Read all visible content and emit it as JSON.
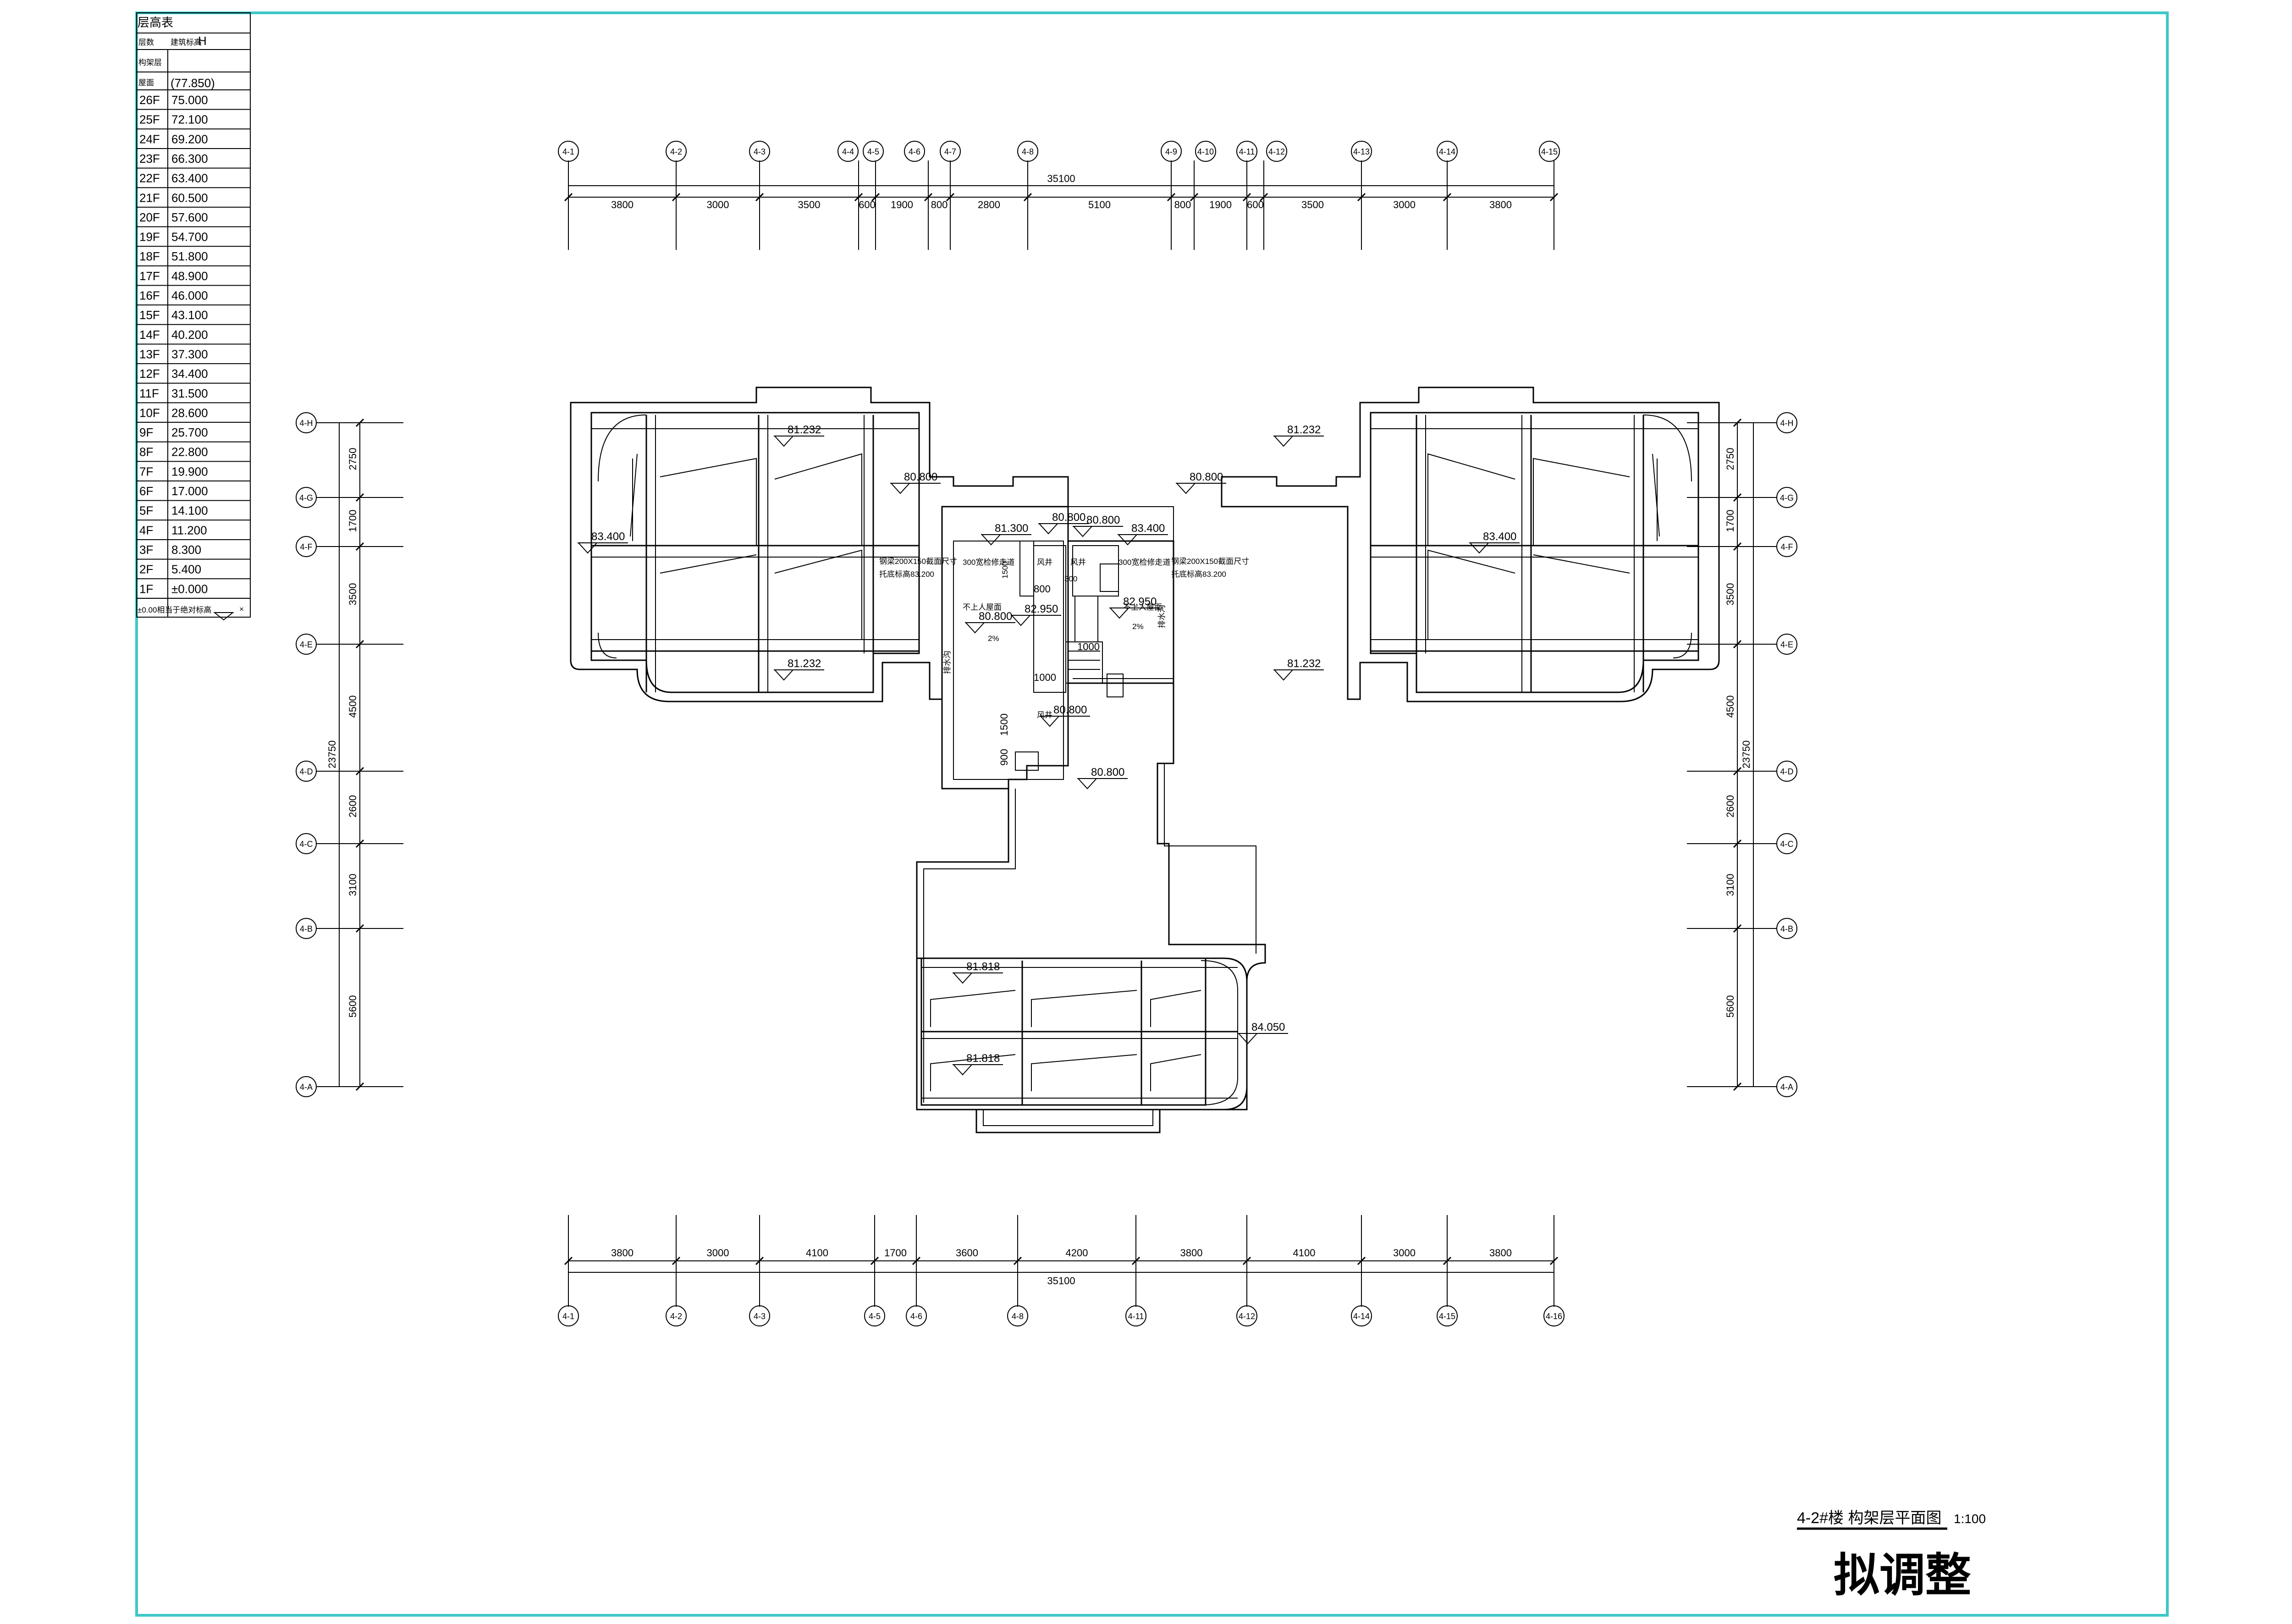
{
  "drawing": {
    "title": "4-2#楼 构架层平面图",
    "scale": "1:100",
    "stamp": "拟调整",
    "colors": {
      "border": "#3ec8c8",
      "stamp": "#e0141e",
      "lines": "#000000"
    }
  },
  "level_table": {
    "title": "层高表",
    "col_floor": "层数",
    "col_elev": "建筑标高",
    "col_h": "H",
    "row_top_label": "构架层",
    "row_roof_label": "屋面",
    "roof_value": "(77.850)",
    "rows": [
      {
        "floor": "26F",
        "elev": "75.000"
      },
      {
        "floor": "25F",
        "elev": "72.100"
      },
      {
        "floor": "24F",
        "elev": "69.200"
      },
      {
        "floor": "23F",
        "elev": "66.300"
      },
      {
        "floor": "22F",
        "elev": "63.400"
      },
      {
        "floor": "21F",
        "elev": "60.500"
      },
      {
        "floor": "20F",
        "elev": "57.600"
      },
      {
        "floor": "19F",
        "elev": "54.700"
      },
      {
        "floor": "18F",
        "elev": "51.800"
      },
      {
        "floor": "17F",
        "elev": "48.900"
      },
      {
        "floor": "16F",
        "elev": "46.000"
      },
      {
        "floor": "15F",
        "elev": "43.100"
      },
      {
        "floor": "14F",
        "elev": "40.200"
      },
      {
        "floor": "13F",
        "elev": "37.300"
      },
      {
        "floor": "12F",
        "elev": "34.400"
      },
      {
        "floor": "11F",
        "elev": "31.500"
      },
      {
        "floor": "10F",
        "elev": "28.600"
      },
      {
        "floor": "9F",
        "elev": "25.700"
      },
      {
        "floor": "8F",
        "elev": "22.800"
      },
      {
        "floor": "7F",
        "elev": "19.900"
      },
      {
        "floor": "6F",
        "elev": "17.000"
      },
      {
        "floor": "5F",
        "elev": "14.100"
      },
      {
        "floor": "4F",
        "elev": "11.200"
      },
      {
        "floor": "3F",
        "elev": "8.300"
      },
      {
        "floor": "2F",
        "elev": "5.400"
      },
      {
        "floor": "1F",
        "elev": "±0.000"
      }
    ],
    "footer_text": "±0.00相当于绝对标高",
    "footer_mark": "×"
  },
  "dimensions": {
    "top_total": "35100",
    "top_segments": [
      "3800",
      "3000",
      "3500",
      "600",
      "1900",
      "800",
      "2800",
      "5100",
      "800",
      "1900",
      "600",
      "3500",
      "3000",
      "3800"
    ],
    "bottom_total": "35100",
    "bottom_segments": [
      "3800",
      "3000",
      "4100",
      "1700",
      "3600",
      "4200",
      "3800",
      "4100",
      "3000",
      "3800"
    ],
    "side_total": "23750",
    "side_segments": [
      "2750",
      "1700",
      "3500",
      "4500",
      "2600",
      "3100",
      "5600"
    ]
  },
  "grid_bubbles": {
    "top": [
      "4-1",
      "4-2",
      "4-3",
      "4-4",
      "4-5",
      "4-6",
      "4-7",
      "4-8",
      "4-9",
      "4-10",
      "4-11",
      "4-12",
      "4-13",
      "4-14",
      "4-15",
      "4-16"
    ],
    "bottom": [
      "4-1",
      "4-2",
      "4-3",
      "4-5",
      "4-6",
      "4-8",
      "4-11",
      "4-12",
      "4-14",
      "4-15",
      "4-16"
    ],
    "side": [
      "4-H",
      "4-G",
      "4-F",
      "4-E",
      "4-D",
      "4-C",
      "4-B",
      "4-A"
    ]
  },
  "levels": {
    "roof_tl": "81.232",
    "roof_bl": "81.232",
    "roof_tr": "81.232",
    "roof_br": "81.232",
    "wing_left": "83.400",
    "wing_right": "83.400",
    "notch_left": "80.800",
    "notch_right": "80.800",
    "core_a": "81.300",
    "core_b": "80.800",
    "core_c": "80.800",
    "core_d": "83.400",
    "core_e": "80.800",
    "core_f": "82.950",
    "core_g": "82.950",
    "core_h": "80.800",
    "core_i": "80.800",
    "south_top": "81.818",
    "south_bottom": "81.818",
    "south_side": "84.050"
  },
  "notes": {
    "beam_left_1": "钢梁200X150截面尺寸",
    "beam_left_2": "托底标高83.200",
    "beam_right_1": "钢梁200X150截面尺寸",
    "beam_right_2": "托底标高83.200",
    "roof_access_left": "300宽检修走道",
    "roof_access_right": "300宽检修走道",
    "hatch_left": "不上人屋面",
    "hatch_right": "不上人屋面",
    "slope_left": "2%",
    "slope_right": "2%",
    "shaft_1": "风井",
    "shaft_2": "风井",
    "shaft_3": "风井",
    "drain_left": "排水沟",
    "drain_right": "排水沟"
  },
  "core_dims": {
    "d1000a": "1000",
    "d1000b": "1000",
    "d1500": "1500",
    "d900": "900",
    "d800": "800",
    "d300": "300",
    "d1500v": "1500"
  }
}
